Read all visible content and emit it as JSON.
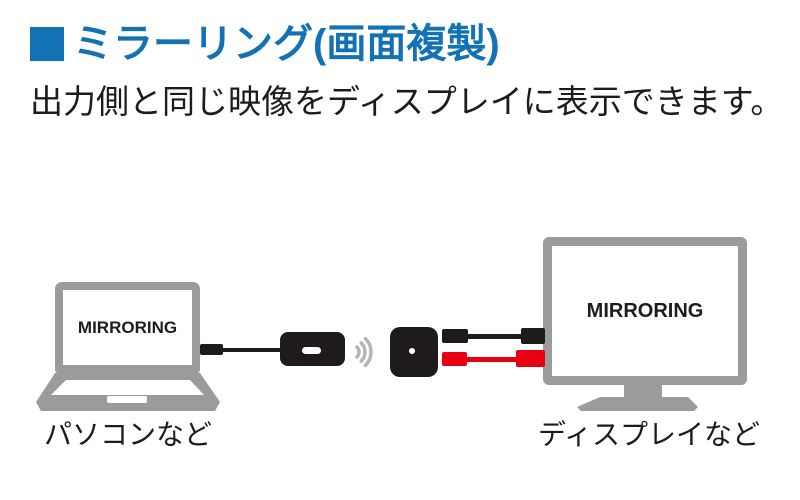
{
  "header": {
    "bullet": "■",
    "title": "ミラーリング(画面複製)",
    "subtitle": "出力側と同じ映像をディスプレイに表示できます。"
  },
  "diagram": {
    "source": {
      "screen_label": "MIRRORING",
      "caption": "パソコンなど"
    },
    "display": {
      "screen_label": "MIRRORING",
      "caption": "ディスプレイなど"
    },
    "devices": {
      "transmitter": "wireless-transmitter-dongle",
      "receiver": "wireless-receiver-box",
      "signal": "wireless-signal-arcs"
    },
    "colors": {
      "accent_blue": "#1272b5",
      "device_gray": "#9b9b9b",
      "cable_black": "#1e1b1a",
      "cable_red": "#e60012",
      "signal_gray": "#b5b5b5",
      "text_black": "#1c1c1c"
    }
  }
}
